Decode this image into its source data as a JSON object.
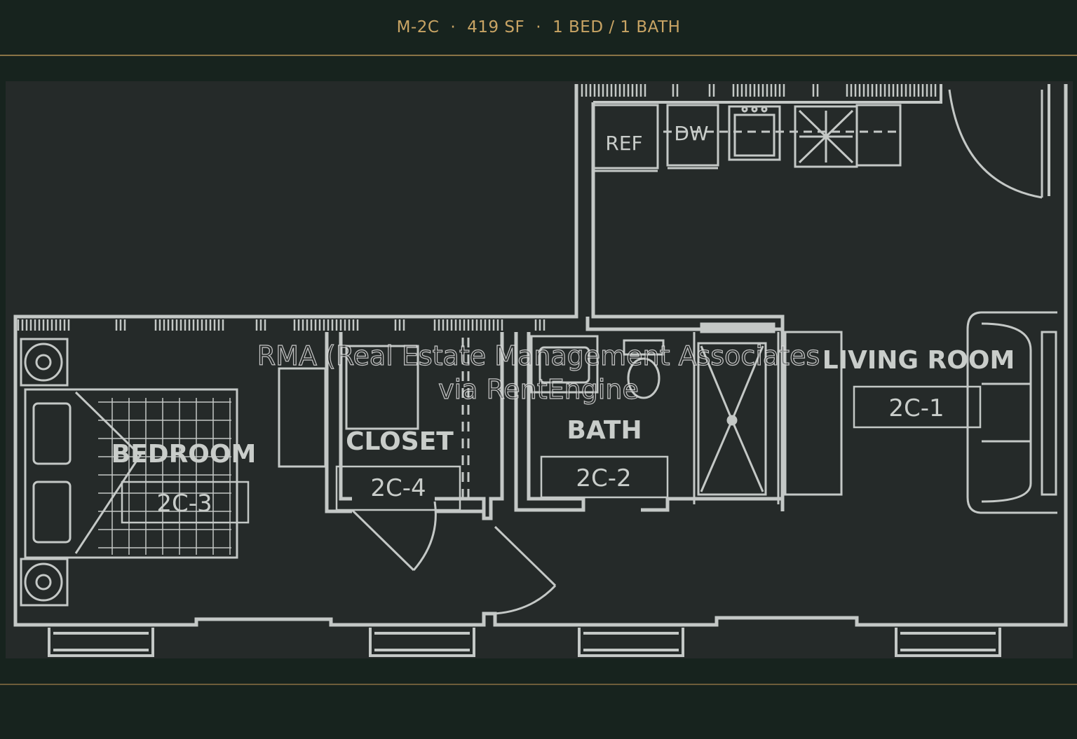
{
  "header": {
    "unit": "M-2C",
    "area": "419 SF",
    "layout": "1 BED / 1 BATH",
    "separator": "·"
  },
  "rooms": {
    "living": {
      "name": "LIVING ROOM",
      "code": "2C-1"
    },
    "bath": {
      "name": "BATH",
      "code": "2C-2"
    },
    "bedroom": {
      "name": "BEDROOM",
      "code": "2C-3"
    },
    "closet": {
      "name": "CLOSET",
      "code": "2C-4"
    }
  },
  "appliances": {
    "refrigerator": "REF",
    "dishwasher": "DW"
  },
  "watermark": {
    "line1": "RMA (Real Estate Management Associates",
    "line2": "via RentEngine"
  },
  "colors": {
    "background": "#17231e",
    "panel": "#252a29",
    "accent_gold": "#c8a464",
    "line": "#c4c8c6"
  }
}
